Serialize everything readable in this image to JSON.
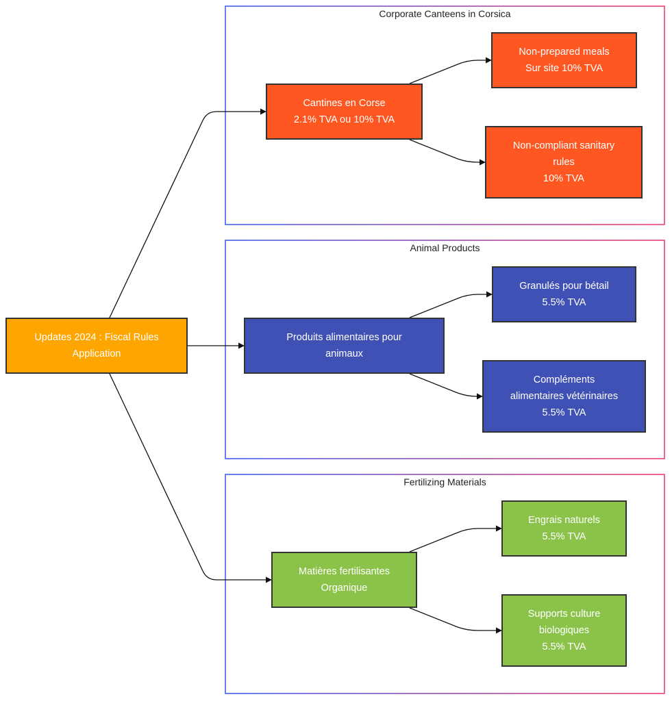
{
  "root": {
    "label": "Updates 2024 : Fiscal Rules Application"
  },
  "clusters": [
    {
      "title": "Corporate Canteens in Corsica",
      "parent": {
        "lines": [
          "Cantines en Corse",
          "2.1% TVA ou 10% TVA"
        ]
      },
      "children": [
        {
          "lines": [
            "Non-prepared meals",
            "Sur site 10% TVA"
          ]
        },
        {
          "lines": [
            "Non-compliant sanitary",
            "rules",
            "10% TVA"
          ]
        }
      ]
    },
    {
      "title": "Animal Products",
      "parent": {
        "lines": [
          "Produits alimentaires pour",
          "animaux"
        ]
      },
      "children": [
        {
          "lines": [
            "Granulés pour bétail",
            "5.5% TVA"
          ]
        },
        {
          "lines": [
            "Compléments",
            "alimentaires vétérinaires",
            "5.5% TVA"
          ]
        }
      ]
    },
    {
      "title": "Fertilizing Materials",
      "parent": {
        "lines": [
          "Matières fertilisantes",
          "Organique"
        ]
      },
      "children": [
        {
          "lines": [
            "Engrais naturels",
            "5.5% TVA"
          ]
        },
        {
          "lines": [
            "Supports culture",
            "biologiques",
            "5.5% TVA"
          ]
        }
      ]
    }
  ],
  "colors": {
    "root": "#FFA500",
    "canteens": "#FF5722",
    "animal": "#3F51B5",
    "fertilizing": "#8BC34A",
    "cluster_border_start": "#3355ee",
    "cluster_border_end": "#ee3366"
  }
}
